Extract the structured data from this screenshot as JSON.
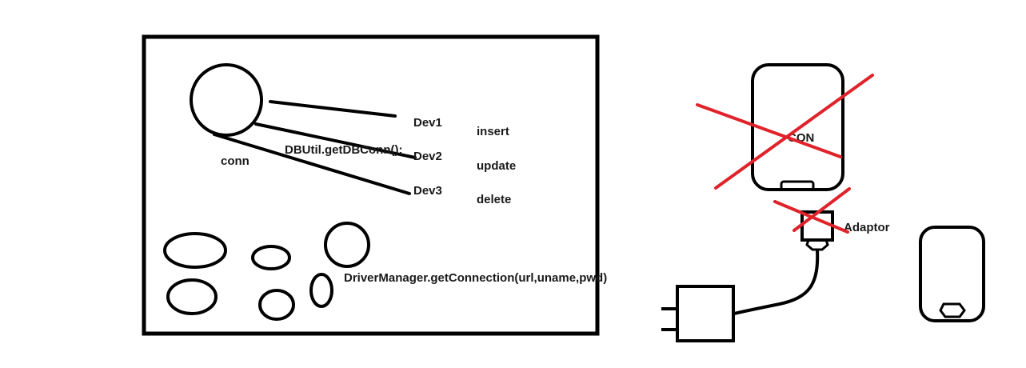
{
  "diagram": {
    "labels": {
      "conn": "conn",
      "dbutil_call": "DBUtil.getDBConn();",
      "dev1": "Dev1",
      "dev2": "Dev2",
      "dev3": "Dev3",
      "insert": "insert",
      "update": "update",
      "delete": "delete",
      "driver_manager_call": "DriverManager.getConnection(url,uname,pwd)",
      "phone_text": "CON",
      "adaptor": "Adaptor"
    },
    "colors": {
      "stroke": "#000000",
      "cross": "#e0232b",
      "text": "#1a1a1a"
    }
  }
}
